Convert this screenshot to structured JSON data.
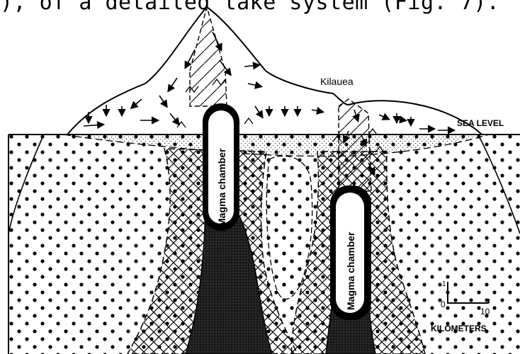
{
  "caption": "), of a detailed lake system (Fig. 7).",
  "labels": {
    "volcano": "Kilauea",
    "sea_level": "SEA LEVEL",
    "chamber_left": "Magma chamber",
    "chamber_right": "Magma chamber",
    "scale_vertical": "1",
    "scale_zero": "0",
    "scale_ten": "10",
    "scale_units": "KILOMETERS"
  }
}
